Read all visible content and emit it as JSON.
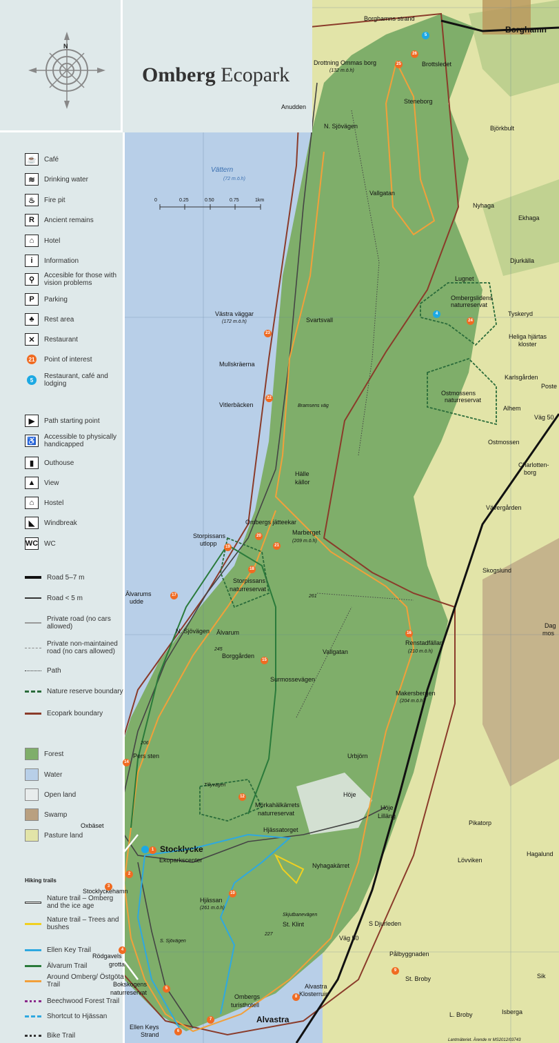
{
  "title": {
    "bold": "Omberg",
    "rest": " Ecopark"
  },
  "compass": {
    "north": "N"
  },
  "colors": {
    "forest": "#7fae6a",
    "water": "#b8cfe8",
    "open_land": "#e8ecec",
    "swamp": "#b9a080",
    "pasture": "#e2e4a8",
    "ecopark": "#8a3b2a",
    "reserve": "#2a6b3a",
    "orange_trail": "#f2a03a",
    "blue_trail": "#2ea8e0",
    "green_trail": "#2a7a3a",
    "yellow_trail": "#f0d020",
    "poi_orange": "#f06b22",
    "poi_blue": "#1da9e3"
  },
  "legend": {
    "icons": [
      {
        "icon": "cafe-icon",
        "glyph": "☕",
        "label": "Café"
      },
      {
        "icon": "drinking-water-icon",
        "glyph": "≋",
        "label": "Drinking water"
      },
      {
        "icon": "fire-pit-icon",
        "glyph": "♨",
        "label": "Fire pit"
      },
      {
        "icon": "ancient-remains-icon",
        "glyph": "R",
        "label": "Ancient remains"
      },
      {
        "icon": "hotel-icon",
        "glyph": "⌂",
        "label": "Hotel"
      },
      {
        "icon": "information-icon",
        "glyph": "i",
        "label": "Information"
      },
      {
        "icon": "vision-accessible-icon",
        "glyph": "⚲",
        "label": "Accesible for those with vision problems"
      },
      {
        "icon": "parking-icon",
        "glyph": "P",
        "label": "Parking"
      },
      {
        "icon": "rest-area-icon",
        "glyph": "♣",
        "label": "Rest area"
      },
      {
        "icon": "restaurant-icon",
        "glyph": "✕",
        "label": "Restaurant"
      },
      {
        "icon": "point-of-interest-icon",
        "glyph": "21",
        "label": "Point of interest"
      },
      {
        "icon": "restaurant-lodging-icon",
        "glyph": "5",
        "label": "Restaurant, café and lodging"
      }
    ],
    "icons2": [
      {
        "icon": "path-start-icon",
        "glyph": "▶",
        "label": "Path starting point"
      },
      {
        "icon": "handicapped-icon",
        "glyph": "♿",
        "label": "Accessible to physically handicapped"
      },
      {
        "icon": "outhouse-icon",
        "glyph": "▮",
        "label": "Outhouse"
      },
      {
        "icon": "view-icon",
        "glyph": "▲",
        "label": "View"
      },
      {
        "icon": "hostel-icon",
        "glyph": "⌂",
        "label": "Hostel"
      },
      {
        "icon": "windbreak-icon",
        "glyph": "◣",
        "label": "Windbreak"
      },
      {
        "icon": "wc-icon",
        "glyph": "WC",
        "label": "WC"
      }
    ],
    "lines": [
      {
        "label": "Road 5–7 m",
        "style": "road-major"
      },
      {
        "label": "Road < 5 m",
        "style": "road-minor"
      },
      {
        "label": "Private road (no cars allowed)",
        "style": "private-road"
      },
      {
        "label": "Private non-maintained road (no cars allowed)",
        "style": "private-dash"
      },
      {
        "label": "Path",
        "style": "path"
      },
      {
        "label": "Nature reserve boundary",
        "style": "reserve"
      },
      {
        "label": "Ecopark boundary",
        "style": "ecopark"
      }
    ],
    "land": [
      {
        "label": "Forest",
        "color": "#7fae6a"
      },
      {
        "label": "Water",
        "color": "#b8cfe8"
      },
      {
        "label": "Open land",
        "color": "#e8ecec"
      },
      {
        "label": "Swamp",
        "color": "#b9a080"
      },
      {
        "label": "Pasture land",
        "color": "#e2e4a8"
      }
    ],
    "hiking_heading": "Hiking trails",
    "trails": [
      {
        "label": "Nature trail – Omberg and the ice age",
        "color": "#ffffff",
        "style": "double"
      },
      {
        "label": "Nature trail – Trees and bushes",
        "color": "#f0d020",
        "style": "solid"
      },
      {
        "label": "Ellen Key Trail",
        "color": "#2ea8e0",
        "style": "solid"
      },
      {
        "label": "Älvarum Trail",
        "color": "#2a7a3a",
        "style": "solid"
      },
      {
        "label": "Around Omberg/ Östgöta Trail",
        "color": "#f2a03a",
        "style": "solid"
      },
      {
        "label": "Beechwood Forest Trail",
        "color": "#8a2a8a",
        "style": "dotted"
      },
      {
        "label": "Shortcut to Hjässan",
        "color": "#2ea8e0",
        "style": "dash"
      },
      {
        "label": "Bike Trail",
        "color": "#333333",
        "style": "bike"
      }
    ]
  },
  "scale": {
    "ticks": [
      "0",
      "0.25",
      "0.50",
      "0.75",
      "1km"
    ]
  },
  "lake": {
    "name": "Vättern",
    "elev": "(72 m.ö.h)"
  },
  "places": [
    {
      "id": "borghamns-strand",
      "text": "Borghamns strand"
    },
    {
      "id": "borghamn",
      "text": "Borghamn"
    },
    {
      "id": "drottning",
      "text": "Drottning Ommas borg"
    },
    {
      "id": "drottning-elev",
      "text": "(132 m.ö.h)"
    },
    {
      "id": "brottsledet",
      "text": "Brottsledet"
    },
    {
      "id": "anudden",
      "text": "Anudden"
    },
    {
      "id": "steneborg",
      "text": "Steneborg"
    },
    {
      "id": "bjorkbult",
      "text": "Björkbult"
    },
    {
      "id": "n-sjovagen",
      "text": "N. Sjövägen"
    },
    {
      "id": "vallgatan",
      "text": "Vallgatan"
    },
    {
      "id": "nyhaga",
      "text": "Nyhaga"
    },
    {
      "id": "ekhaga",
      "text": "Ekhaga"
    },
    {
      "id": "djurkalla",
      "text": "Djurkälla"
    },
    {
      "id": "lugnet",
      "text": "Lugnet"
    },
    {
      "id": "ombergslidens",
      "text": "Ombergslidens"
    },
    {
      "id": "naturreservat1",
      "text": "naturreservat"
    },
    {
      "id": "tyskeryd",
      "text": "Tyskeryd"
    },
    {
      "id": "heliga",
      "text": "Heliga hjärtas"
    },
    {
      "id": "kloster",
      "text": "kloster"
    },
    {
      "id": "vastra",
      "text": "Västra väggar"
    },
    {
      "id": "vastra-elev",
      "text": "(172 m.ö.h)"
    },
    {
      "id": "svartsvall",
      "text": "Svartsvall"
    },
    {
      "id": "mullskraerna",
      "text": "Mullskräerna"
    },
    {
      "id": "karlsgarden",
      "text": "Karlsgården"
    },
    {
      "id": "poste",
      "text": "Poste"
    },
    {
      "id": "ostmossens",
      "text": "Ostmossens"
    },
    {
      "id": "naturreservat2",
      "text": "naturreservat"
    },
    {
      "id": "alhem",
      "text": "Alhem"
    },
    {
      "id": "vitlerbacken",
      "text": "Vitlerbäcken"
    },
    {
      "id": "bramsens",
      "text": "Bramsens väg"
    },
    {
      "id": "vag50a",
      "text": "Väg 50"
    },
    {
      "id": "ostmossen",
      "text": "Ostmossen"
    },
    {
      "id": "charlotten",
      "text": "Charlotten-"
    },
    {
      "id": "borg",
      "text": "borg"
    },
    {
      "id": "halle",
      "text": "Hälle"
    },
    {
      "id": "kallor",
      "text": "källor"
    },
    {
      "id": "vavergarden",
      "text": "Vävergården"
    },
    {
      "id": "jatteekar",
      "text": "Ombergs jätteekar"
    },
    {
      "id": "storpissans",
      "text": "Storpissans"
    },
    {
      "id": "utlopp",
      "text": "utlopp"
    },
    {
      "id": "marberget",
      "text": "Marberget"
    },
    {
      "id": "marberget-elev",
      "text": "(209 m.ö.h)"
    },
    {
      "id": "storpissans-nr",
      "text": "Storpissans"
    },
    {
      "id": "naturreservat3",
      "text": "naturreservat"
    },
    {
      "id": "skogslund",
      "text": "Skogslund"
    },
    {
      "id": "alvarums",
      "text": "Älvarums"
    },
    {
      "id": "udde",
      "text": "udde"
    },
    {
      "id": "n-sjovagen2",
      "text": "N. Sjövägen"
    },
    {
      "id": "h261",
      "text": "261"
    },
    {
      "id": "alvarum",
      "text": "Älvarum"
    },
    {
      "id": "h245",
      "text": "245"
    },
    {
      "id": "borggarden",
      "text": "Borggården"
    },
    {
      "id": "vallgatan2",
      "text": "Vallgatan"
    },
    {
      "id": "surmosse",
      "text": "Surmossevägen"
    },
    {
      "id": "renstad",
      "text": "Renstadfällan"
    },
    {
      "id": "renstad-elev",
      "text": "(210 m.ö.h)"
    },
    {
      "id": "dag",
      "text": "Dag"
    },
    {
      "id": "mos",
      "text": "mos"
    },
    {
      "id": "makersbergen",
      "text": "Makersbergen"
    },
    {
      "id": "makersbergen-elev",
      "text": "(204 m.ö.h)"
    },
    {
      "id": "h206",
      "text": "206"
    },
    {
      "id": "pers",
      "text": "Pers sten"
    },
    {
      "id": "urbjorn",
      "text": "Urbjörn"
    },
    {
      "id": "tillyvagen",
      "text": "Tillyvägen"
    },
    {
      "id": "morkahal",
      "text": "Mörkahälkärrets"
    },
    {
      "id": "naturreservat4",
      "text": "naturreservat"
    },
    {
      "id": "hoje",
      "text": "Höje"
    },
    {
      "id": "hoje2",
      "text": "Höje"
    },
    {
      "id": "lillang",
      "text": "Lilläng"
    },
    {
      "id": "oxbaset",
      "text": "Oxbäset"
    },
    {
      "id": "stocklycke",
      "text": "Stocklycke"
    },
    {
      "id": "ekoparkscenter",
      "text": "Ekoparkscenter"
    },
    {
      "id": "hjassatorget",
      "text": "Hjässatorget"
    },
    {
      "id": "pikatorp",
      "text": "Pikatorp"
    },
    {
      "id": "nyhagakarret",
      "text": "Nyhagakärret"
    },
    {
      "id": "lovviken",
      "text": "Lövviken"
    },
    {
      "id": "hagalund",
      "text": "Hagalund"
    },
    {
      "id": "hjassan",
      "text": "Hjässan"
    },
    {
      "id": "hjassan-elev",
      "text": "(261 m.ö.h)"
    },
    {
      "id": "stocklyckehamn",
      "text": "Stocklyckehamn"
    },
    {
      "id": "skjutbane",
      "text": "Skjutbanevägen"
    },
    {
      "id": "stklint",
      "text": "St. Klint"
    },
    {
      "id": "h227",
      "text": "227"
    },
    {
      "id": "sdjurleden",
      "text": "S Djurleden"
    },
    {
      "id": "ssjovagen",
      "text": "S. Sjövägen"
    },
    {
      "id": "rodgavels",
      "text": "Rödgavels"
    },
    {
      "id": "grotta",
      "text": "grotta"
    },
    {
      "id": "palbygg",
      "text": "Pålbyggnaden"
    },
    {
      "id": "vag50b",
      "text": "Väg 50"
    },
    {
      "id": "bokskogens",
      "text": "Bokskogens"
    },
    {
      "id": "naturreservat5",
      "text": "naturreservat"
    },
    {
      "id": "stbroby",
      "text": "St. Broby"
    },
    {
      "id": "sik",
      "text": "Sik"
    },
    {
      "id": "turisthotell1",
      "text": "Ombergs"
    },
    {
      "id": "turisthotell2",
      "text": "turisthotell"
    },
    {
      "id": "alvastrak1",
      "text": "Alvastra"
    },
    {
      "id": "alvastrak2",
      "text": "Klosterruin"
    },
    {
      "id": "lbroby",
      "text": "L. Broby"
    },
    {
      "id": "isberga",
      "text": "Isberga"
    },
    {
      "id": "ellen1",
      "text": "Ellen Keys"
    },
    {
      "id": "ellen2",
      "text": "Strand"
    },
    {
      "id": "alvastra",
      "text": "Alvastra"
    },
    {
      "id": "copyright",
      "text": "Lantmäteriet. Ärende nr MS2012/03743"
    }
  ],
  "pois": [
    "1",
    "2",
    "3",
    "4",
    "5",
    "6",
    "7",
    "8",
    "9",
    "10",
    "12",
    "14",
    "15",
    "16",
    "17",
    "18",
    "19",
    "20",
    "21",
    "22",
    "23",
    "24",
    "25",
    "26"
  ]
}
